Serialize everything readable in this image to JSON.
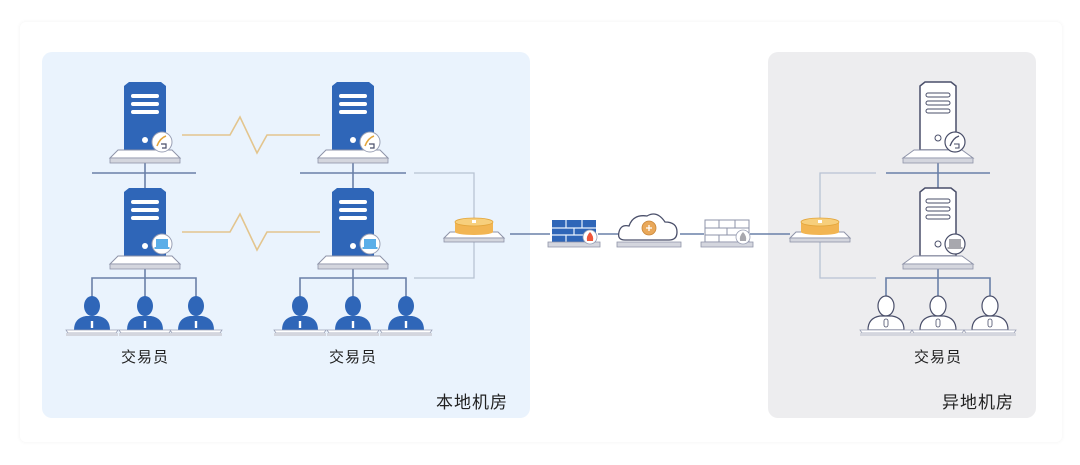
{
  "colors": {
    "local_panel_bg": "#EAF3FD",
    "remote_panel_bg": "#EDEDEF",
    "device_blue": "#2F66B8",
    "bus_line": "#6A80A8",
    "link_line": "#B8C3D3",
    "heartbeat_line": "#E3C58E",
    "router_gold": "#F2B552",
    "fire_red": "#F0563A",
    "outline_grey": "#4A4F6A"
  },
  "sites": {
    "local": {
      "label": "本地机房",
      "groups": [
        {
          "label": "交易员",
          "servers": [
            "transaction-server",
            "client-server"
          ],
          "users": 3
        },
        {
          "label": "交易员",
          "servers": [
            "transaction-server",
            "client-server"
          ],
          "users": 3
        }
      ]
    },
    "remote": {
      "label": "异地机房",
      "groups": [
        {
          "label": "交易员",
          "servers": [
            "transaction-server",
            "client-server"
          ],
          "users": 3
        }
      ]
    }
  },
  "links": {
    "heartbeat": [
      "server-top-left <-> server-top-right",
      "server-bottom-left <-> server-bottom-right"
    ],
    "wan_path": [
      "local-router",
      "local-firewall",
      "cloud-network",
      "remote-firewall",
      "remote-router"
    ]
  },
  "icons": {
    "server": "server-tower-icon",
    "badge_top": "wrench-screwdriver-icon",
    "badge_bottom": "laptop-icon",
    "user": "user-silhouette-icon",
    "router": "router-disc-icon",
    "firewall": "brick-firewall-icon",
    "cloud": "cloud-network-icon"
  }
}
